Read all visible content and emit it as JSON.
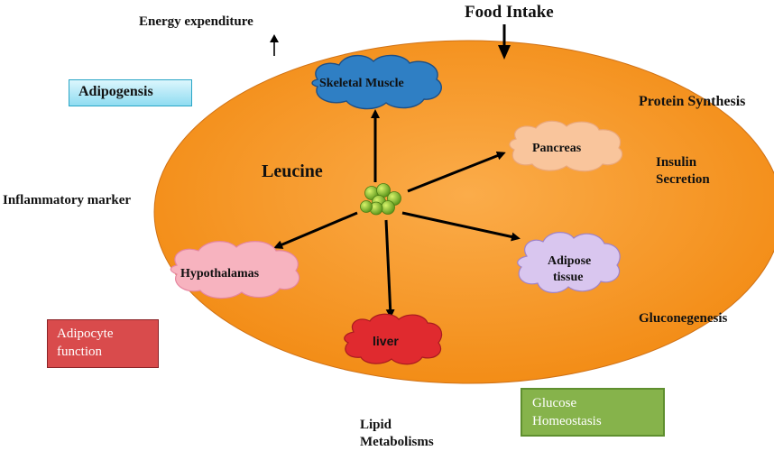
{
  "diagram": {
    "title_food_intake": "Food Intake",
    "energy_expenditure": "Energy expenditure",
    "protein_synthesis": "Protein Synthesis",
    "insulin_secretion": "Insulin\nSecretion",
    "inflammatory_marker": "Inflammatory marker",
    "gluconeogenesis": "Gluconegenesis",
    "lipid_metabolisms": "Lipid\nMetabolisms",
    "center_label": "Leucine",
    "boxes": {
      "adipogenesis": "Adipogensis",
      "adipocyte_function": "Adipocyte\nfunction",
      "glucose_homeostasis": "Glucose\nHomeostasis"
    },
    "clouds": {
      "skeletal_muscle": "Skeletal Muscle",
      "pancreas": "Pancreas",
      "adipose_tissue_line1": "Adipose",
      "adipose_tissue_line2": "tissue",
      "hypothalamas": "Hypothalamas",
      "liver": "liver"
    },
    "colors": {
      "ellipse": "#f7931e",
      "skeletal_muscle": "#2f7fc4",
      "pancreas": "#f9c59c",
      "adipose_tissue": "#d9c6ef",
      "hypothalamas": "#f7b3bf",
      "liver": "#e02a2f"
    }
  }
}
